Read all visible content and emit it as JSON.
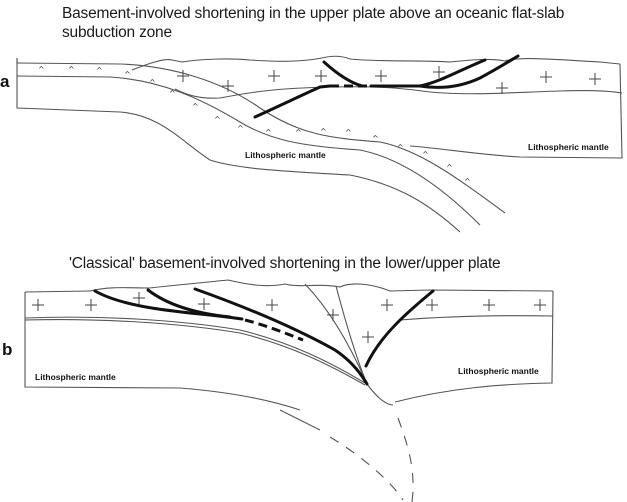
{
  "panel_a": {
    "letter": "a",
    "title": "Basement-involved shortening in the upper plate above an oceanic flat-slab subduction zone",
    "labels": {
      "mantle_left": "Lithospheric mantle",
      "mantle_right": "Lithospheric mantle"
    },
    "symbols": {
      "crust_symbol": "+",
      "oceanic_crust_symbol": "^"
    }
  },
  "panel_b": {
    "letter": "b",
    "title": "'Classical' basement-involved shortening in the lower/upper plate",
    "labels": {
      "mantle_left": "Lithospheric mantle",
      "mantle_right": "Lithospheric mantle"
    },
    "symbols": {
      "crust_symbol": "+"
    }
  }
}
